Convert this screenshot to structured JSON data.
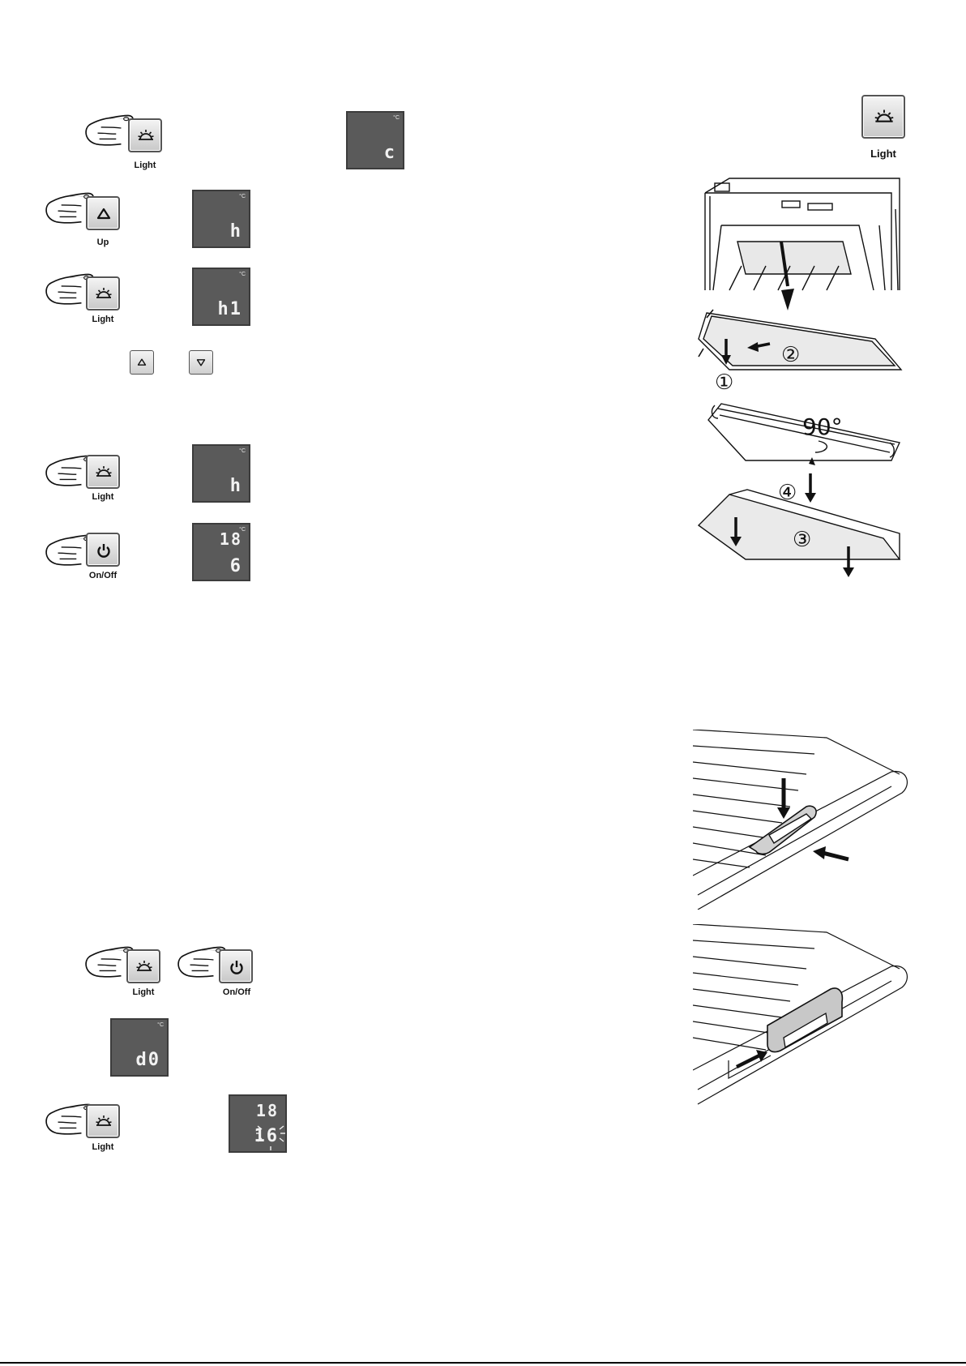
{
  "buttons": {
    "light": "Light",
    "up": "Up",
    "onoff": "On/Off"
  },
  "displays": {
    "unit": "°C",
    "d1": "c",
    "d2": "h",
    "d3": "h1",
    "d4": "h",
    "d5_top": "18",
    "d5_bottom": "6",
    "d6": "d0",
    "d7_top": "18",
    "d7_bottom": "16"
  },
  "illustration": {
    "angle": "90°",
    "step1": "①",
    "step2": "②",
    "step3": "③",
    "step4": "④"
  },
  "icons": {
    "light": "light-icon",
    "up": "up-arrow-icon",
    "down": "down-arrow-icon",
    "power": "power-icon",
    "hand": "pointing-hand-icon"
  }
}
